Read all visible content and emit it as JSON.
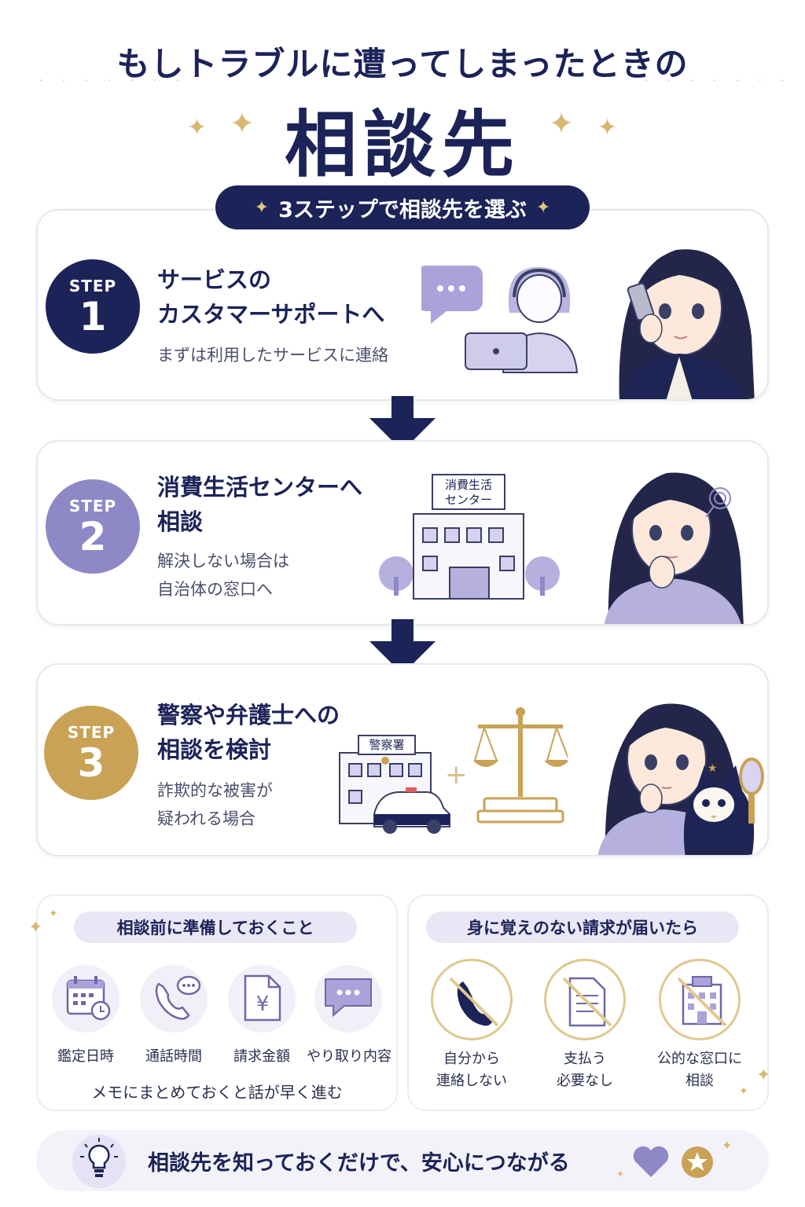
{
  "header": {
    "title_line1": "もしトラブルに遭ってしまったときの",
    "title_line2": "相談先",
    "subtitle_pill": "3ステップで相談先を選ぶ"
  },
  "steps": [
    {
      "step_label": "STEP",
      "number": "1",
      "title_line1": "サービスの",
      "title_line2": "カスタマーサポートへ",
      "desc_line1": "まずは利用したサービスに連絡",
      "desc_line2": "",
      "circle_color": "#1c2358"
    },
    {
      "step_label": "STEP",
      "number": "2",
      "title_line1": "消費生活センターへ",
      "title_line2": "相談",
      "desc_line1": "解決しない場合は",
      "desc_line2": "自治体の窓口へ",
      "building_sign_line1": "消費生活",
      "building_sign_line2": "センター",
      "circle_color": "#8e88c7"
    },
    {
      "step_label": "STEP",
      "number": "3",
      "title_line1": "警察や弁護士への",
      "title_line2": "相談を検討",
      "desc_line1": "詐欺的な被害が",
      "desc_line2": "疑われる場合",
      "building_sign": "警察署",
      "circle_color": "#c9a256"
    }
  ],
  "prepare_panel": {
    "title": "相談前に準備しておくこと",
    "items": [
      {
        "label": "鑑定日時",
        "icon": "calendar-clock-icon"
      },
      {
        "label": "通話時間",
        "icon": "phone-chat-icon"
      },
      {
        "label": "請求金額",
        "icon": "yen-document-icon"
      },
      {
        "label": "やり取り内容",
        "icon": "chat-bubble-icon"
      }
    ],
    "note": "メモにまとめておくと話が早く進む"
  },
  "unknown_bill_panel": {
    "title": "身に覚えのない請求が届いたら",
    "items": [
      {
        "line1": "自分から",
        "line2": "連絡しない",
        "icon": "no-phone-icon"
      },
      {
        "line1": "支払う",
        "line2": "必要なし",
        "icon": "no-invoice-icon"
      },
      {
        "line1": "公的な窓口に",
        "line2": "相談",
        "icon": "public-office-icon"
      }
    ]
  },
  "footer": {
    "message": "相談先を知っておくだけで、安心につながる"
  },
  "colors": {
    "navy": "#1c2358",
    "lavender": "#8e88c7",
    "gold": "#c9a256"
  }
}
